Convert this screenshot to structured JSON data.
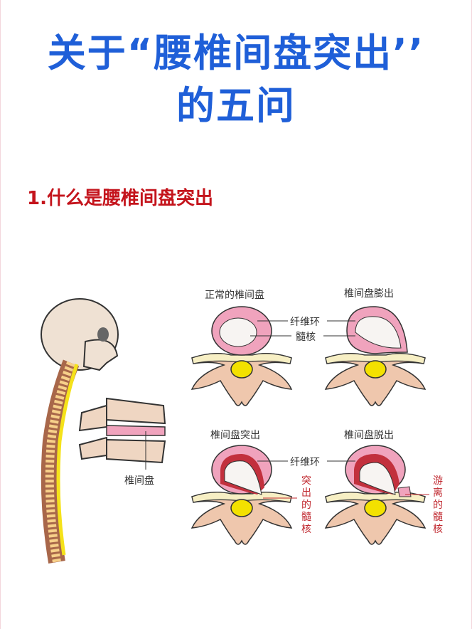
{
  "title": {
    "line1": "关于“腰椎间盘突出’’",
    "line2": "的五问"
  },
  "section": {
    "heading": "1.什么是腰椎间盘突出"
  },
  "illustration": {
    "spine_label": "椎间盘",
    "panels": [
      {
        "title": "正常的椎间盘"
      },
      {
        "title": "椎间盘膨出"
      },
      {
        "title": "椎间盘突出"
      },
      {
        "title": "椎间盘脱出"
      }
    ],
    "labels": {
      "annulus": "纤维环",
      "nucleus": "髓核",
      "annulus2": "纤维环",
      "protruded_nucleus": "突出的髓核",
      "free_nucleus": "游离的髓核"
    }
  },
  "colors": {
    "title": "#1f5fd8",
    "heading": "#c4141c",
    "disc": "#f0a3bd",
    "bone": "#efc7ad",
    "cord": "#f5e21a"
  }
}
